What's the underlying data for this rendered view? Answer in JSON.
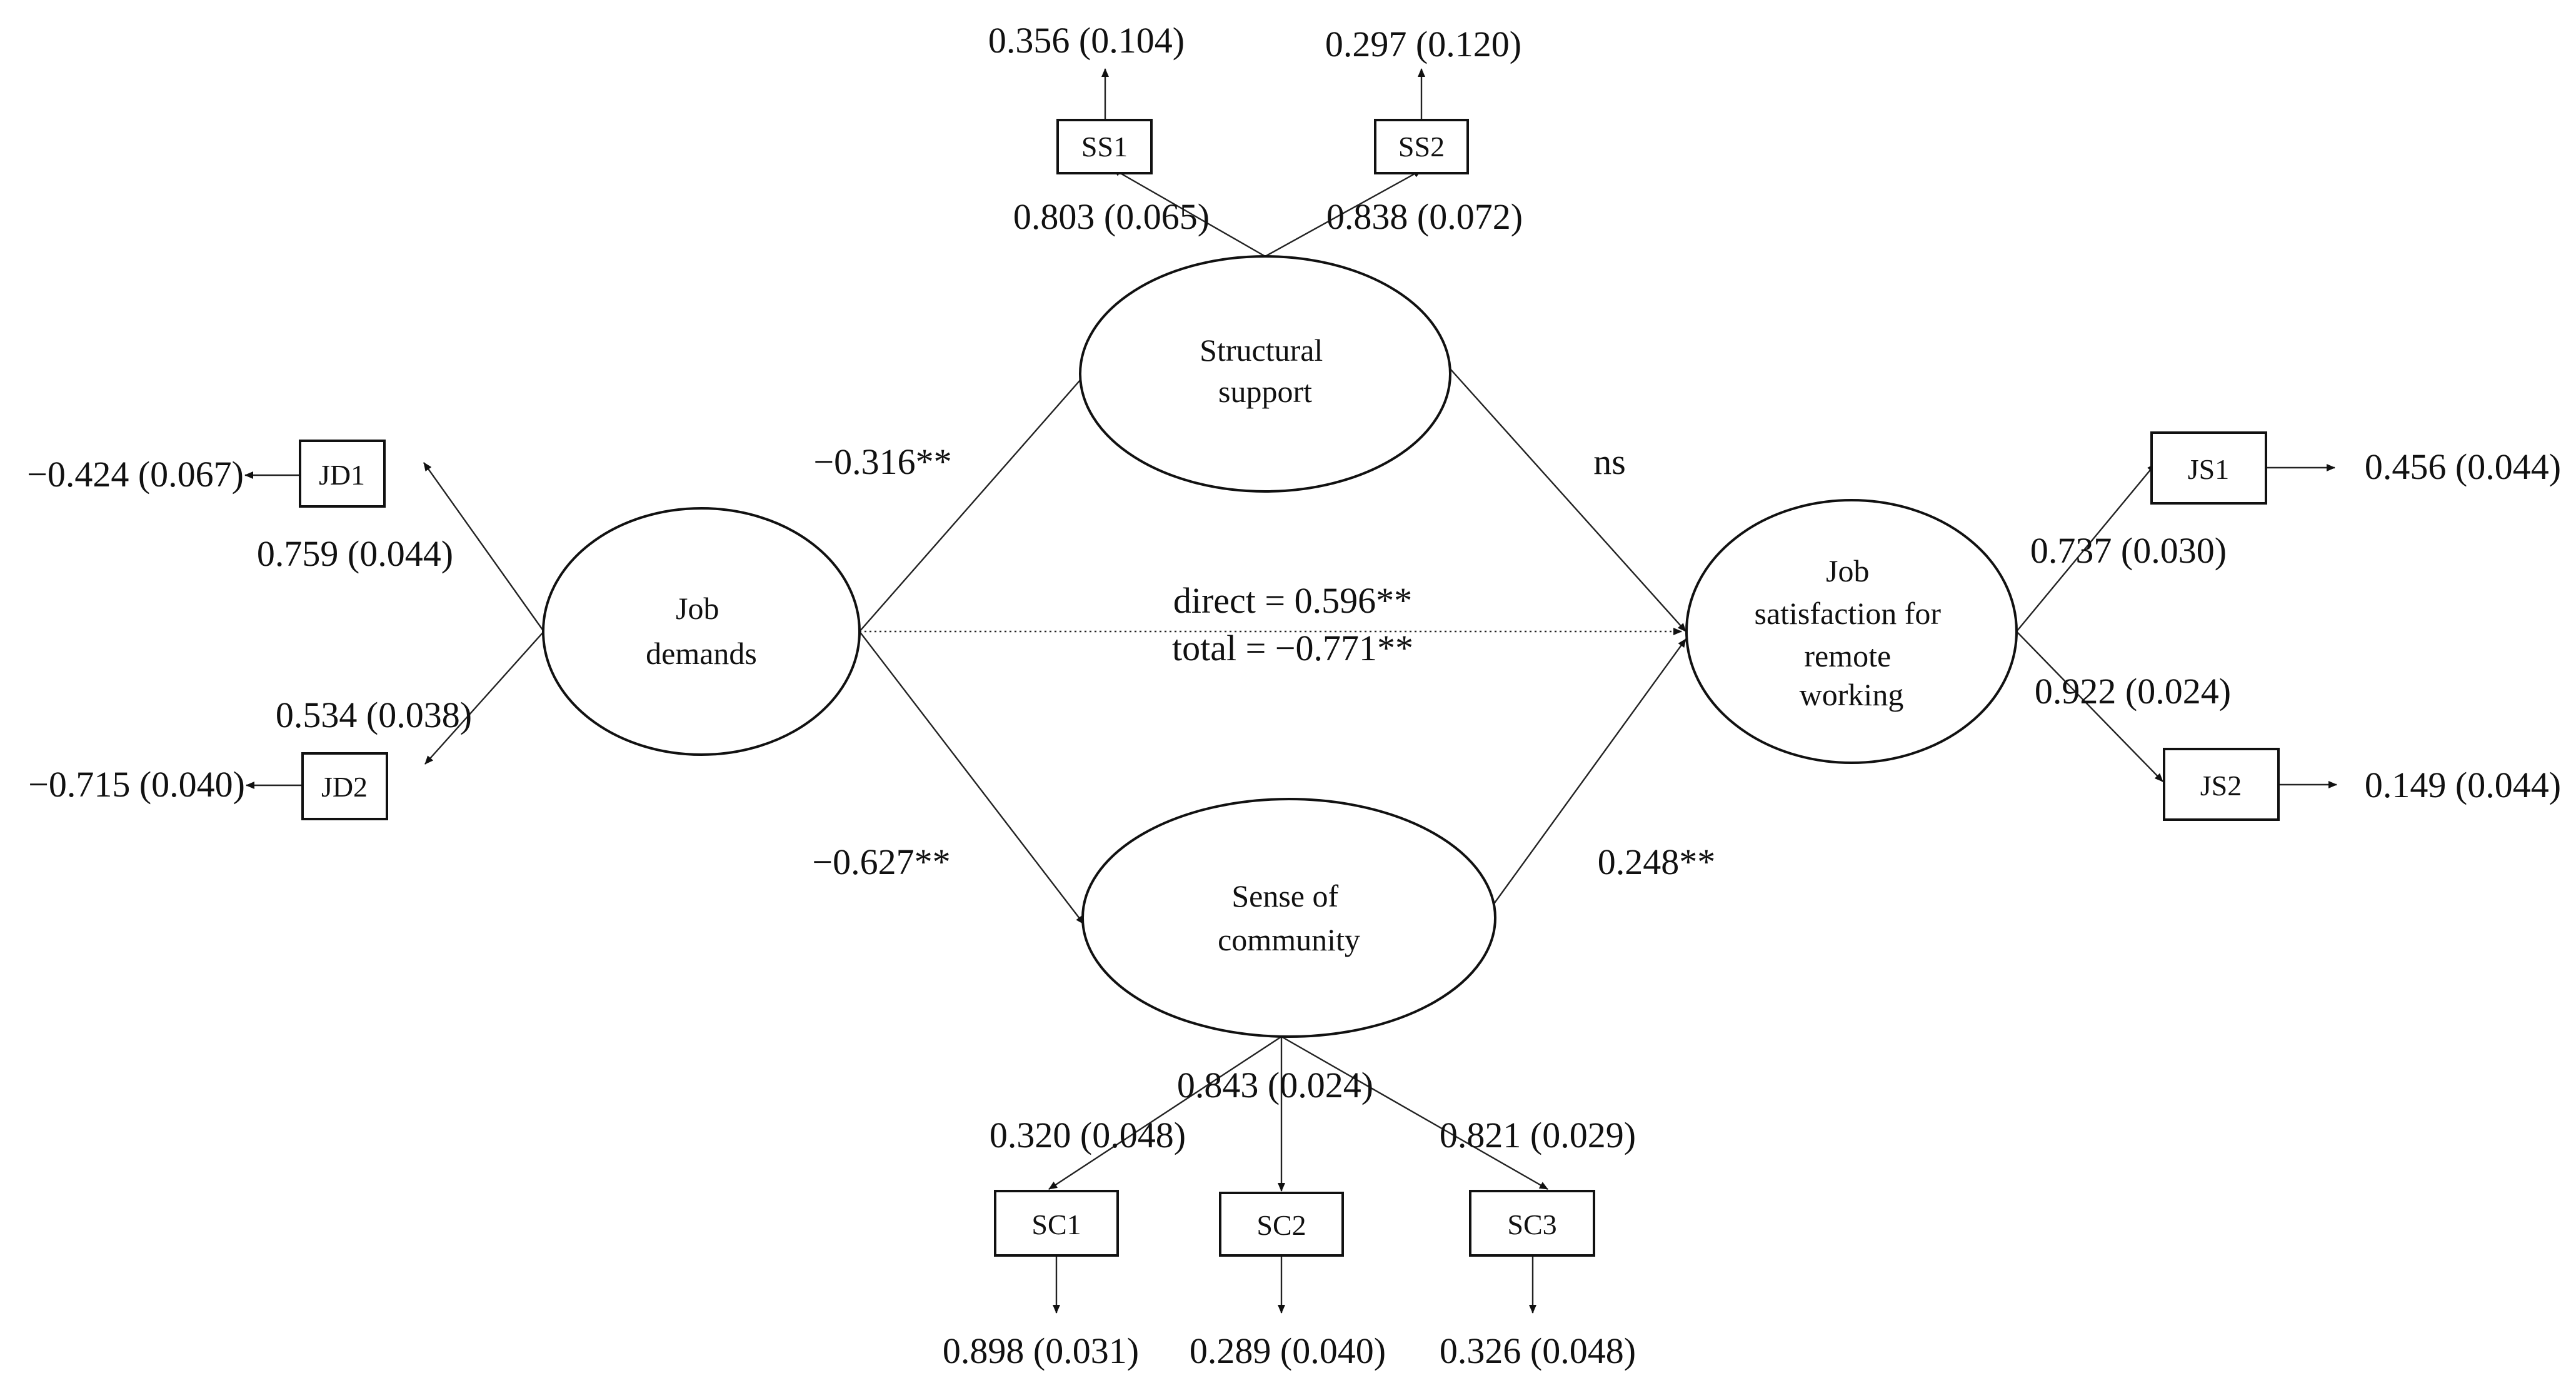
{
  "latents": {
    "job_demands": [
      "Job",
      "demands"
    ],
    "structural_support": [
      "Structural",
      "support"
    ],
    "sense_of_community": [
      "Sense of",
      "community"
    ],
    "job_satisfaction": [
      "Job",
      "satisfaction for",
      "remote",
      "working"
    ]
  },
  "indicators": {
    "jd1": "JD1",
    "jd2": "JD2",
    "ss1": "SS1",
    "ss2": "SS2",
    "sc1": "SC1",
    "sc2": "SC2",
    "sc3": "SC3",
    "js1": "JS1",
    "js2": "JS2"
  },
  "loadings": {
    "jd1": "0.759 (0.044)",
    "jd2": "0.534 (0.038)",
    "ss1": "0.803 (0.065)",
    "ss2": "0.838 (0.072)",
    "sc1": "0.320 (0.048)",
    "sc2": "0.843 (0.024)",
    "sc3": "0.821 (0.029)",
    "js1": "0.737 (0.030)",
    "js2": "0.922 (0.024)"
  },
  "errors": {
    "jd1": "−0.424 (0.067)",
    "jd2": "−0.715 (0.040)",
    "ss1": "0.356 (0.104)",
    "ss2": "0.297 (0.120)",
    "sc1": "0.898 (0.031)",
    "sc2": "0.289 (0.040)",
    "sc3": "0.326 (0.048)",
    "js1": "0.456 (0.044)",
    "js2": "0.149 (0.044)"
  },
  "paths": {
    "jd_to_ss": "−0.316**",
    "jd_to_sc": "−0.627**",
    "ss_to_js": "ns",
    "sc_to_js": "0.248**",
    "direct": "direct = 0.596**",
    "total": "total = −0.771**"
  }
}
